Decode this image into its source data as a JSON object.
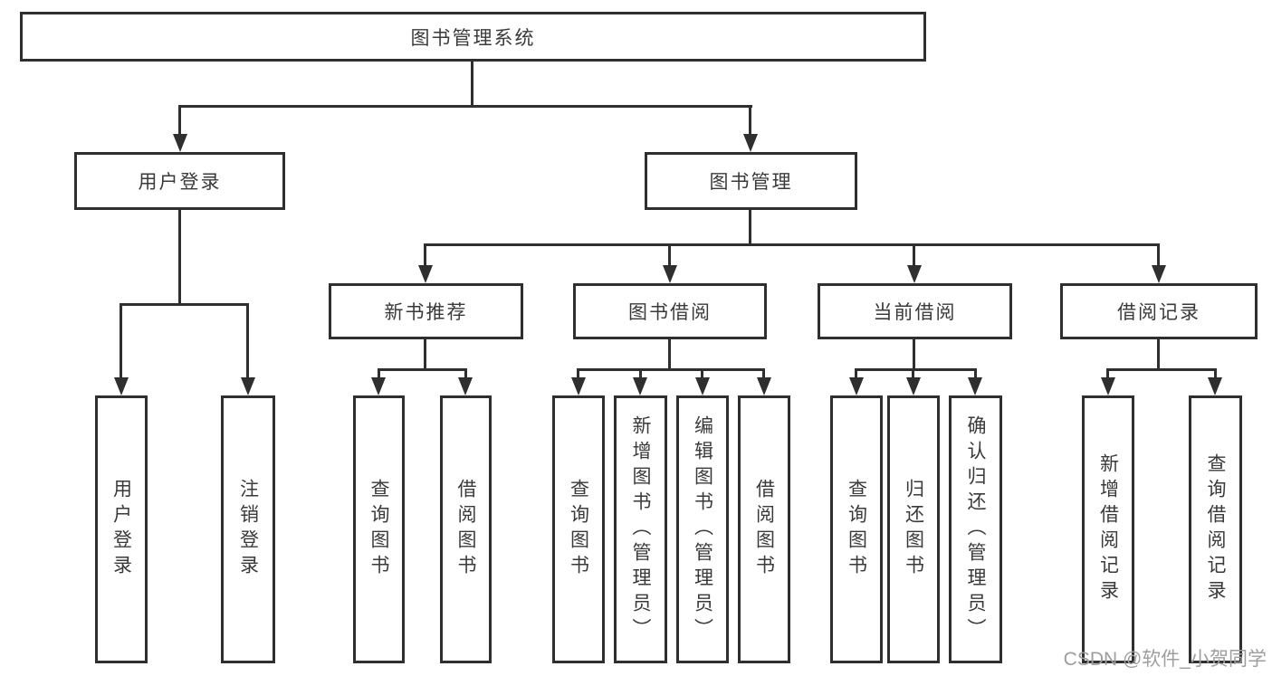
{
  "diagram": {
    "type": "hierarchy-tree",
    "background": "#ffffff",
    "line_color": "#2f2f2f",
    "text_color": "#3a3a3a"
  },
  "nodes": {
    "root": "图书管理系统",
    "user_login": "用户登录",
    "book_mgmt": "图书管理",
    "new_books": "新书推荐",
    "book_borrow": "图书借阅",
    "current_borrow": "当前借阅",
    "borrow_records": "借阅记录",
    "leaf_login": "用户登录",
    "leaf_logout": "注销登录",
    "nb_query": "查询图书",
    "nb_borrow": "借阅图书",
    "bw_query": "查询图书",
    "bw_add": "新增图书（管理员）",
    "bw_edit": "编辑图书（管理员）",
    "bw_borrow": "借阅图书",
    "cur_query": "查询图书",
    "cur_return": "归还图书",
    "cur_confirm": "确认归还（管理员）",
    "rec_add": "新增借阅记录",
    "rec_query": "查询借阅记录"
  },
  "watermark": {
    "text": "CSDN @软件_小贺同学",
    "color": "#9e9e9e"
  }
}
